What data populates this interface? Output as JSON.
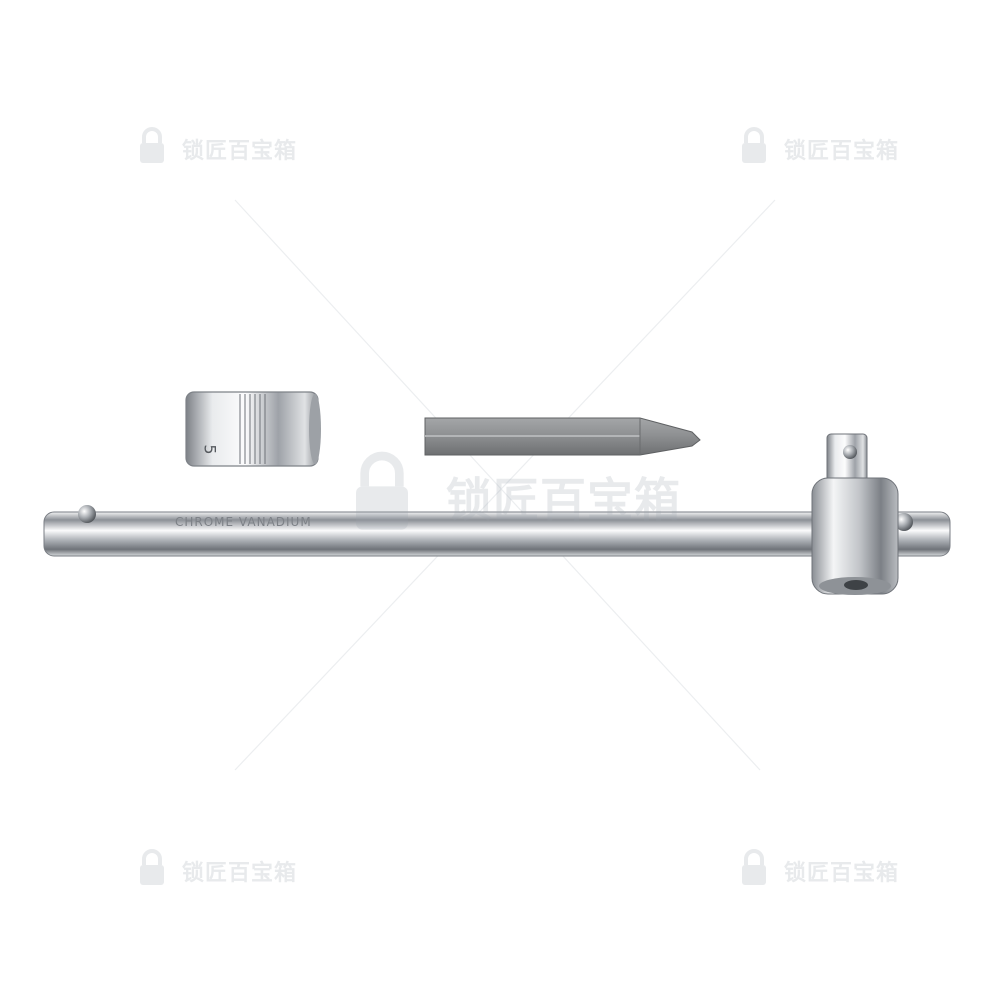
{
  "scene": {
    "background": "#ffffff",
    "metal_color": "#c9ccd0",
    "bit_color": "#8b8d8f"
  },
  "objects": {
    "socket": {
      "label": "5"
    },
    "bar": {
      "marking": "CHROME VANADIUM"
    }
  },
  "watermark": {
    "text": "锁匠百宝箱",
    "icon": "padlock-icon",
    "color": "#9aa3ad"
  }
}
